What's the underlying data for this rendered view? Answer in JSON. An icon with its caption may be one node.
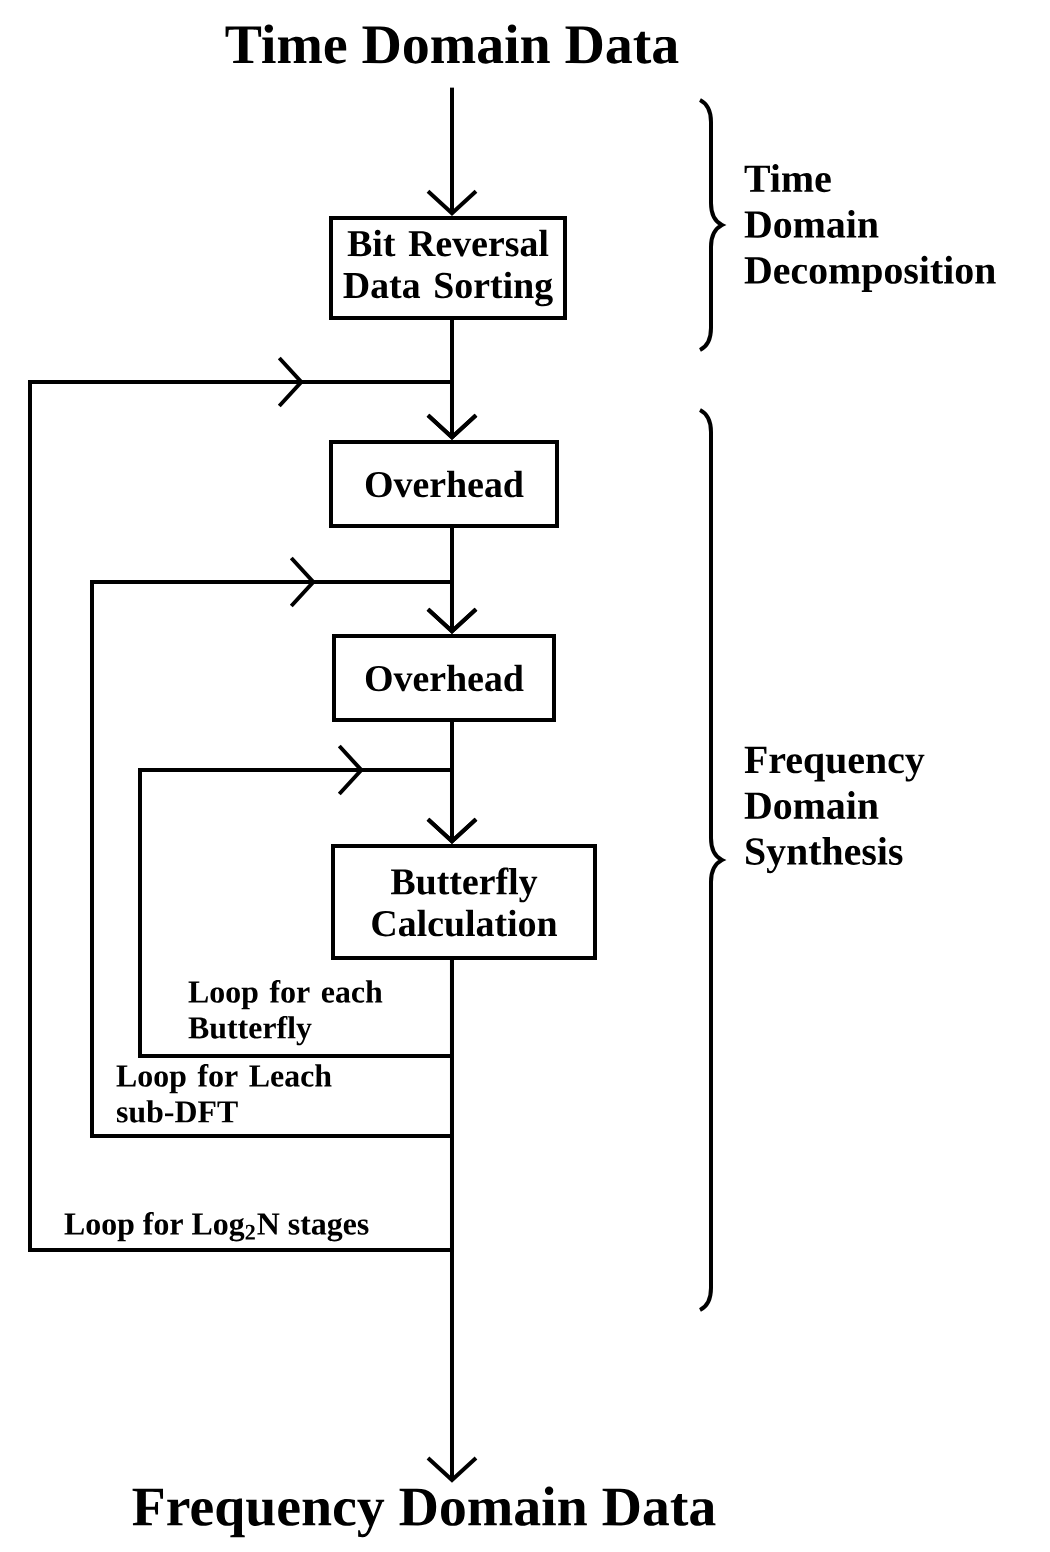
{
  "diagram": {
    "nodes": [
      {
        "text": [
          "Time Domain Data"
        ]
      },
      {
        "text": [
          "Bit Reversal Data Sorting"
        ]
      },
      {
        "text": [
          "Overhead"
        ]
      },
      {
        "text": [
          "Overhead"
        ]
      },
      {
        "text": [
          "Butterfly Calculation"
        ]
      },
      {
        "text": [
          "Frequency Domain Data"
        ]
      }
    ],
    "edges": [
      {
        "from": 0,
        "to": 1,
        "arrow": "to"
      },
      {
        "from": 1,
        "to": 2,
        "arrow": "to"
      },
      {
        "from": 2,
        "to": 3,
        "arrow": "to"
      },
      {
        "from": 3,
        "to": 4,
        "arrow": "to"
      },
      {
        "from": 4,
        "to": 5,
        "arrow": "to"
      },
      {
        "from": 4,
        "to": 4,
        "arrow": "to",
        "label": "Loop for each Butterfly"
      },
      {
        "from": 4,
        "to": 3,
        "arrow": "to",
        "label": "Loop for Leach sub-DFT"
      },
      {
        "from": 4,
        "to": 2,
        "arrow": "to",
        "label": "Loop for Log$_{2}$N stages"
      }
    ],
    "labels": [
      "Time Domain Decomposition",
      "Frequency Domain Synthesis"
    ]
  }
}
